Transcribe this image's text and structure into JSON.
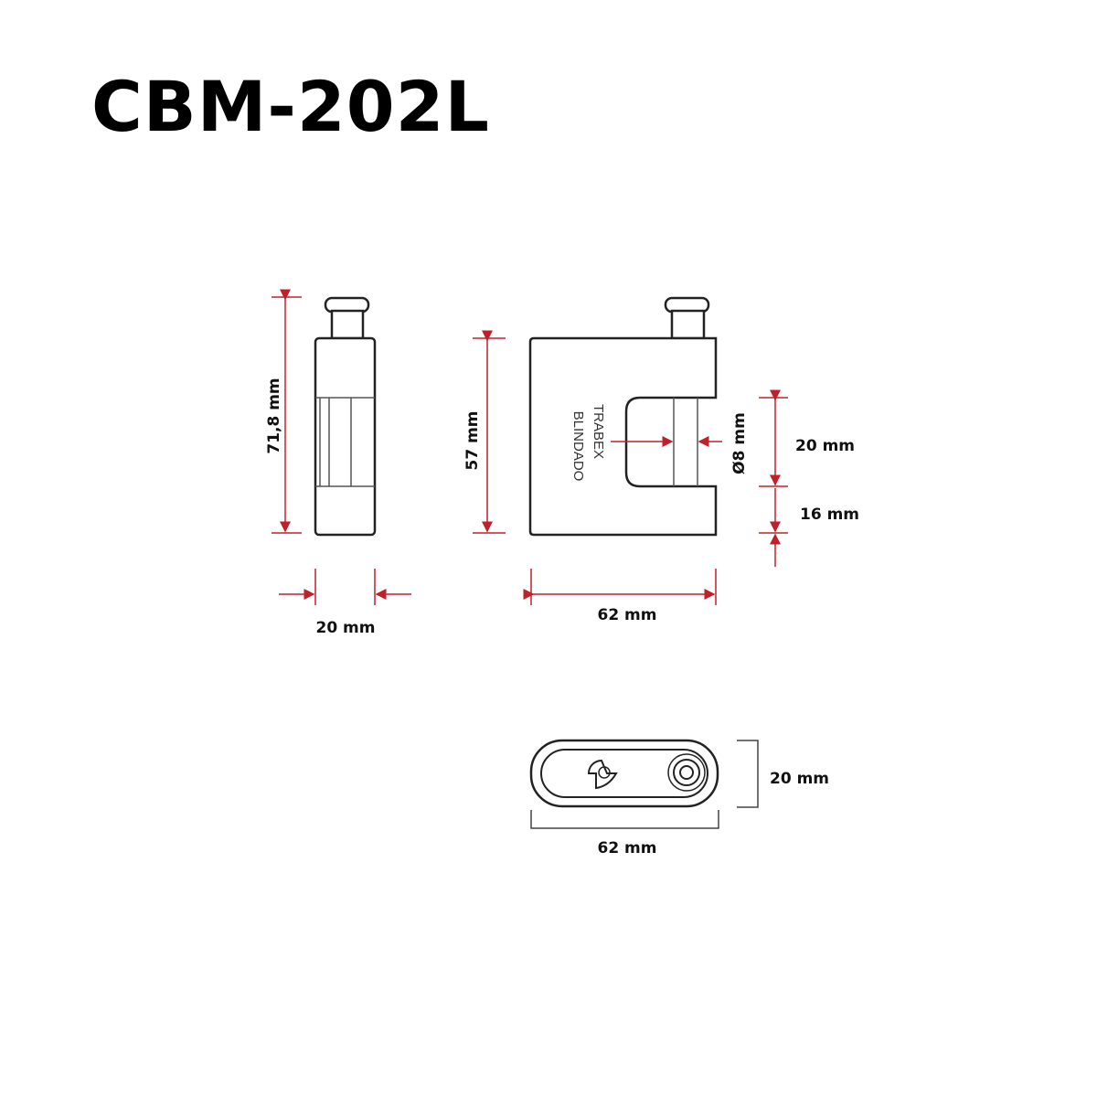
{
  "title": "CBM-202L",
  "side_view": {
    "height_label": "71,8 mm",
    "width_label": "20 mm"
  },
  "front_view": {
    "height_label": "57 mm",
    "width_label": "62 mm",
    "shackle_label": "Ø8 mm",
    "opening_label": "20 mm",
    "lower_label": "16 mm",
    "engraving_line1": "TRABEX",
    "engraving_line2": "BLINDADO"
  },
  "top_view": {
    "depth_label": "20 mm",
    "width_label": "62 mm"
  },
  "colors": {
    "dimension": "#c0202a",
    "outline": "#222222"
  }
}
